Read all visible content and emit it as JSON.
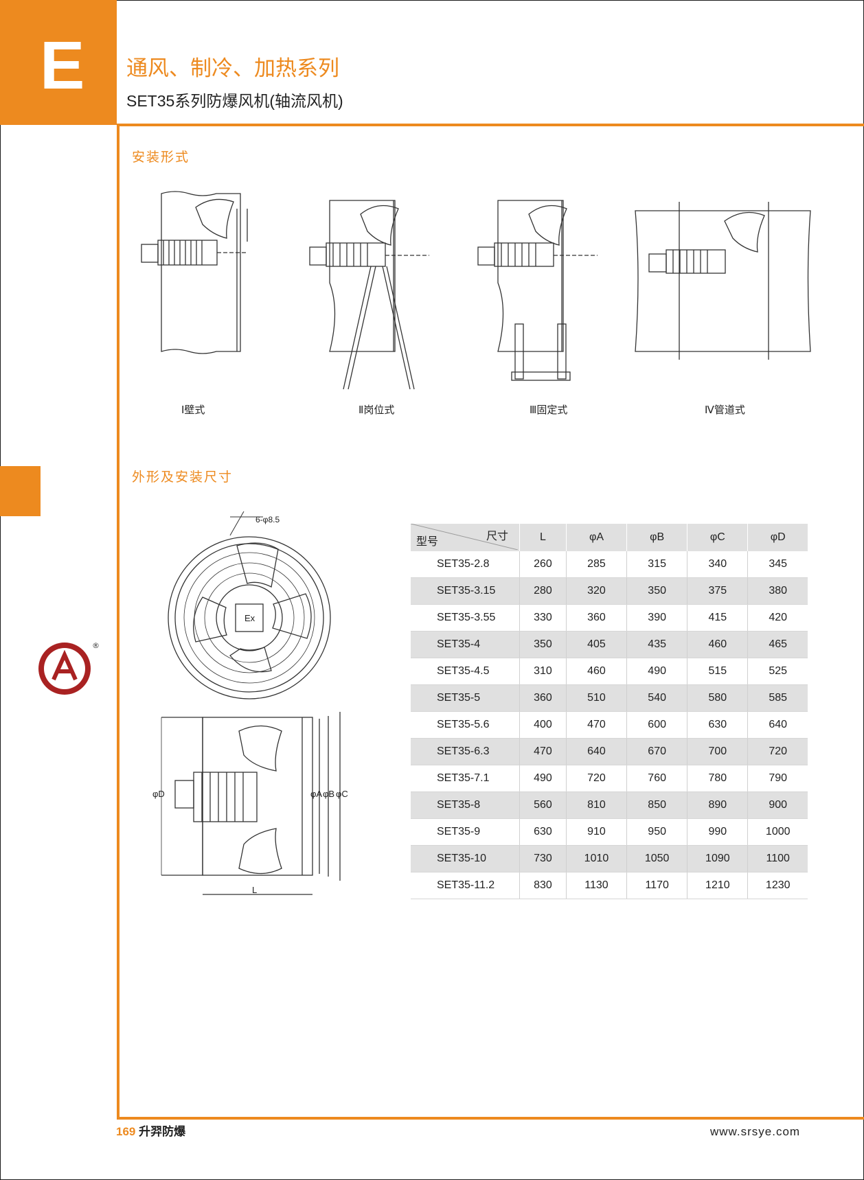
{
  "header": {
    "letter": "E",
    "title": "通风、制冷、加热系列",
    "subtitle": "SET35系列防爆风机(轴流风机)"
  },
  "sections": {
    "installation": "安装形式",
    "dimensions": "外形及安装尺寸"
  },
  "installation_types": [
    {
      "label": "Ⅰ壁式"
    },
    {
      "label": "Ⅱ岗位式"
    },
    {
      "label": "Ⅲ固定式"
    },
    {
      "label": "Ⅳ管道式"
    }
  ],
  "drawing_labels": {
    "holes": "6-φ8.5",
    "ex": "Ex",
    "d": "φD",
    "a": "φA",
    "b": "φB",
    "c": "φC",
    "l": "L"
  },
  "table": {
    "corner_top": "尺寸",
    "corner_bottom": "型号",
    "columns": [
      "L",
      "φA",
      "φB",
      "φC",
      "φD"
    ],
    "rows": [
      [
        "SET35-2.8",
        "260",
        "285",
        "315",
        "340",
        "345"
      ],
      [
        "SET35-3.15",
        "280",
        "320",
        "350",
        "375",
        "380"
      ],
      [
        "SET35-3.55",
        "330",
        "360",
        "390",
        "415",
        "420"
      ],
      [
        "SET35-4",
        "350",
        "405",
        "435",
        "460",
        "465"
      ],
      [
        "SET35-4.5",
        "310",
        "460",
        "490",
        "515",
        "525"
      ],
      [
        "SET35-5",
        "360",
        "510",
        "540",
        "580",
        "585"
      ],
      [
        "SET35-5.6",
        "400",
        "470",
        "600",
        "630",
        "640"
      ],
      [
        "SET35-6.3",
        "470",
        "640",
        "670",
        "700",
        "720"
      ],
      [
        "SET35-7.1",
        "490",
        "720",
        "760",
        "780",
        "790"
      ],
      [
        "SET35-8",
        "560",
        "810",
        "850",
        "890",
        "900"
      ],
      [
        "SET35-9",
        "630",
        "910",
        "950",
        "990",
        "1000"
      ],
      [
        "SET35-10",
        "730",
        "1010",
        "1050",
        "1090",
        "1100"
      ],
      [
        "SET35-11.2",
        "830",
        "1130",
        "1170",
        "1210",
        "1230"
      ]
    ]
  },
  "logo": {
    "registered": "®"
  },
  "footer": {
    "page_number": "169",
    "brand": "升羿防爆",
    "website": "www.srsye.com"
  },
  "colors": {
    "accent": "#ed8a1f",
    "table_shade": "#e0e0e0"
  }
}
